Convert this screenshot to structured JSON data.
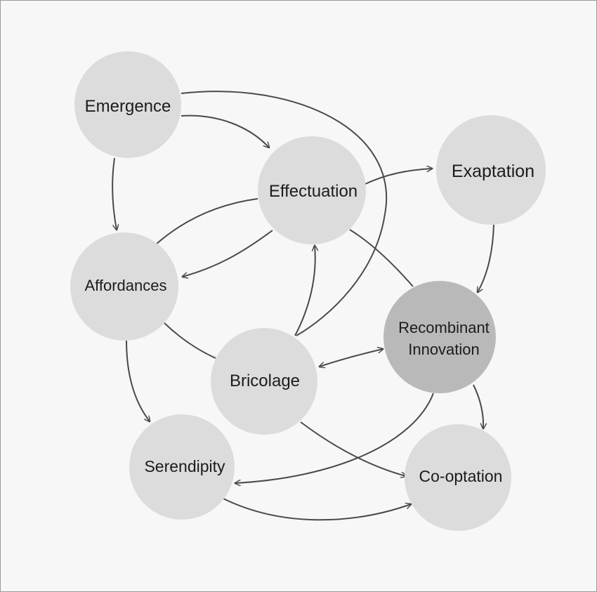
{
  "colors": {
    "background": "#f7f7f7",
    "node_fill": "#dcdcdc",
    "node_highlight_fill": "#b9b9b9",
    "edge": "#4a4a4a"
  },
  "nodes": {
    "emergence": {
      "label": "Emergence"
    },
    "effectuation": {
      "label": "Effectuation"
    },
    "exaptation": {
      "label": "Exaptation"
    },
    "affordances": {
      "label": "Affordances"
    },
    "recombinant": {
      "line1": "Recombinant",
      "line2": "Innovation"
    },
    "bricolage": {
      "label": "Bricolage"
    },
    "serendipity": {
      "label": "Serendipity"
    },
    "cooptation": {
      "label": "Co-optation"
    }
  }
}
